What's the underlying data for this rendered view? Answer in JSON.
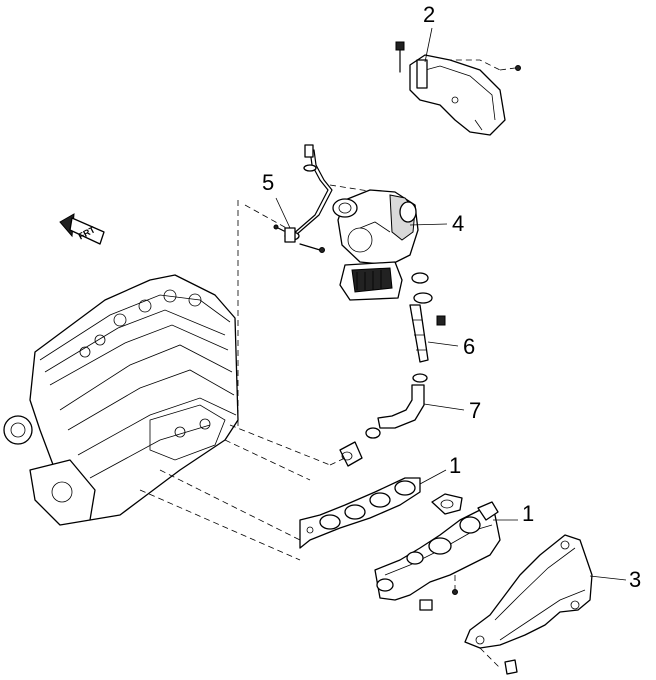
{
  "diagram": {
    "front_marker": "FRT",
    "callouts": [
      {
        "id": "2",
        "label": "2"
      },
      {
        "id": "5",
        "label": "5"
      },
      {
        "id": "4",
        "label": "4"
      },
      {
        "id": "6",
        "label": "6"
      },
      {
        "id": "7",
        "label": "7"
      },
      {
        "id": "1a",
        "label": "1"
      },
      {
        "id": "1b",
        "label": "1"
      },
      {
        "id": "3",
        "label": "3"
      }
    ]
  }
}
